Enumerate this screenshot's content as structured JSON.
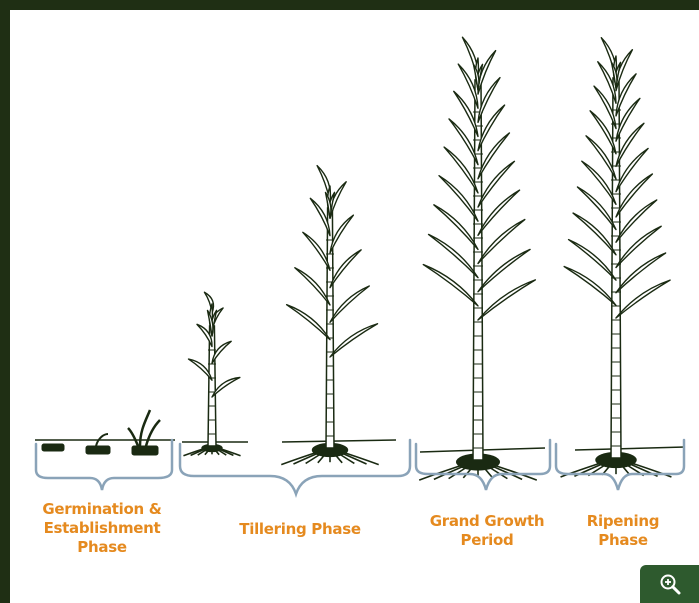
{
  "phases": [
    {
      "label": "Germination &\nEstablishment\nPhase"
    },
    {
      "label": "Tillering Phase"
    },
    {
      "label": "Grand Growth\nPeriod"
    },
    {
      "label": "Ripening\nPhase"
    }
  ],
  "icons": {
    "zoom": "zoom-in-icon"
  },
  "colors": {
    "border": "#1f2f14",
    "label": "#e58a1f",
    "bracket": "#8aa3b8",
    "plant_stroke": "#1a2a12",
    "leaf_fill": "#ffffff",
    "zoom_button": "#2e5a2e"
  }
}
